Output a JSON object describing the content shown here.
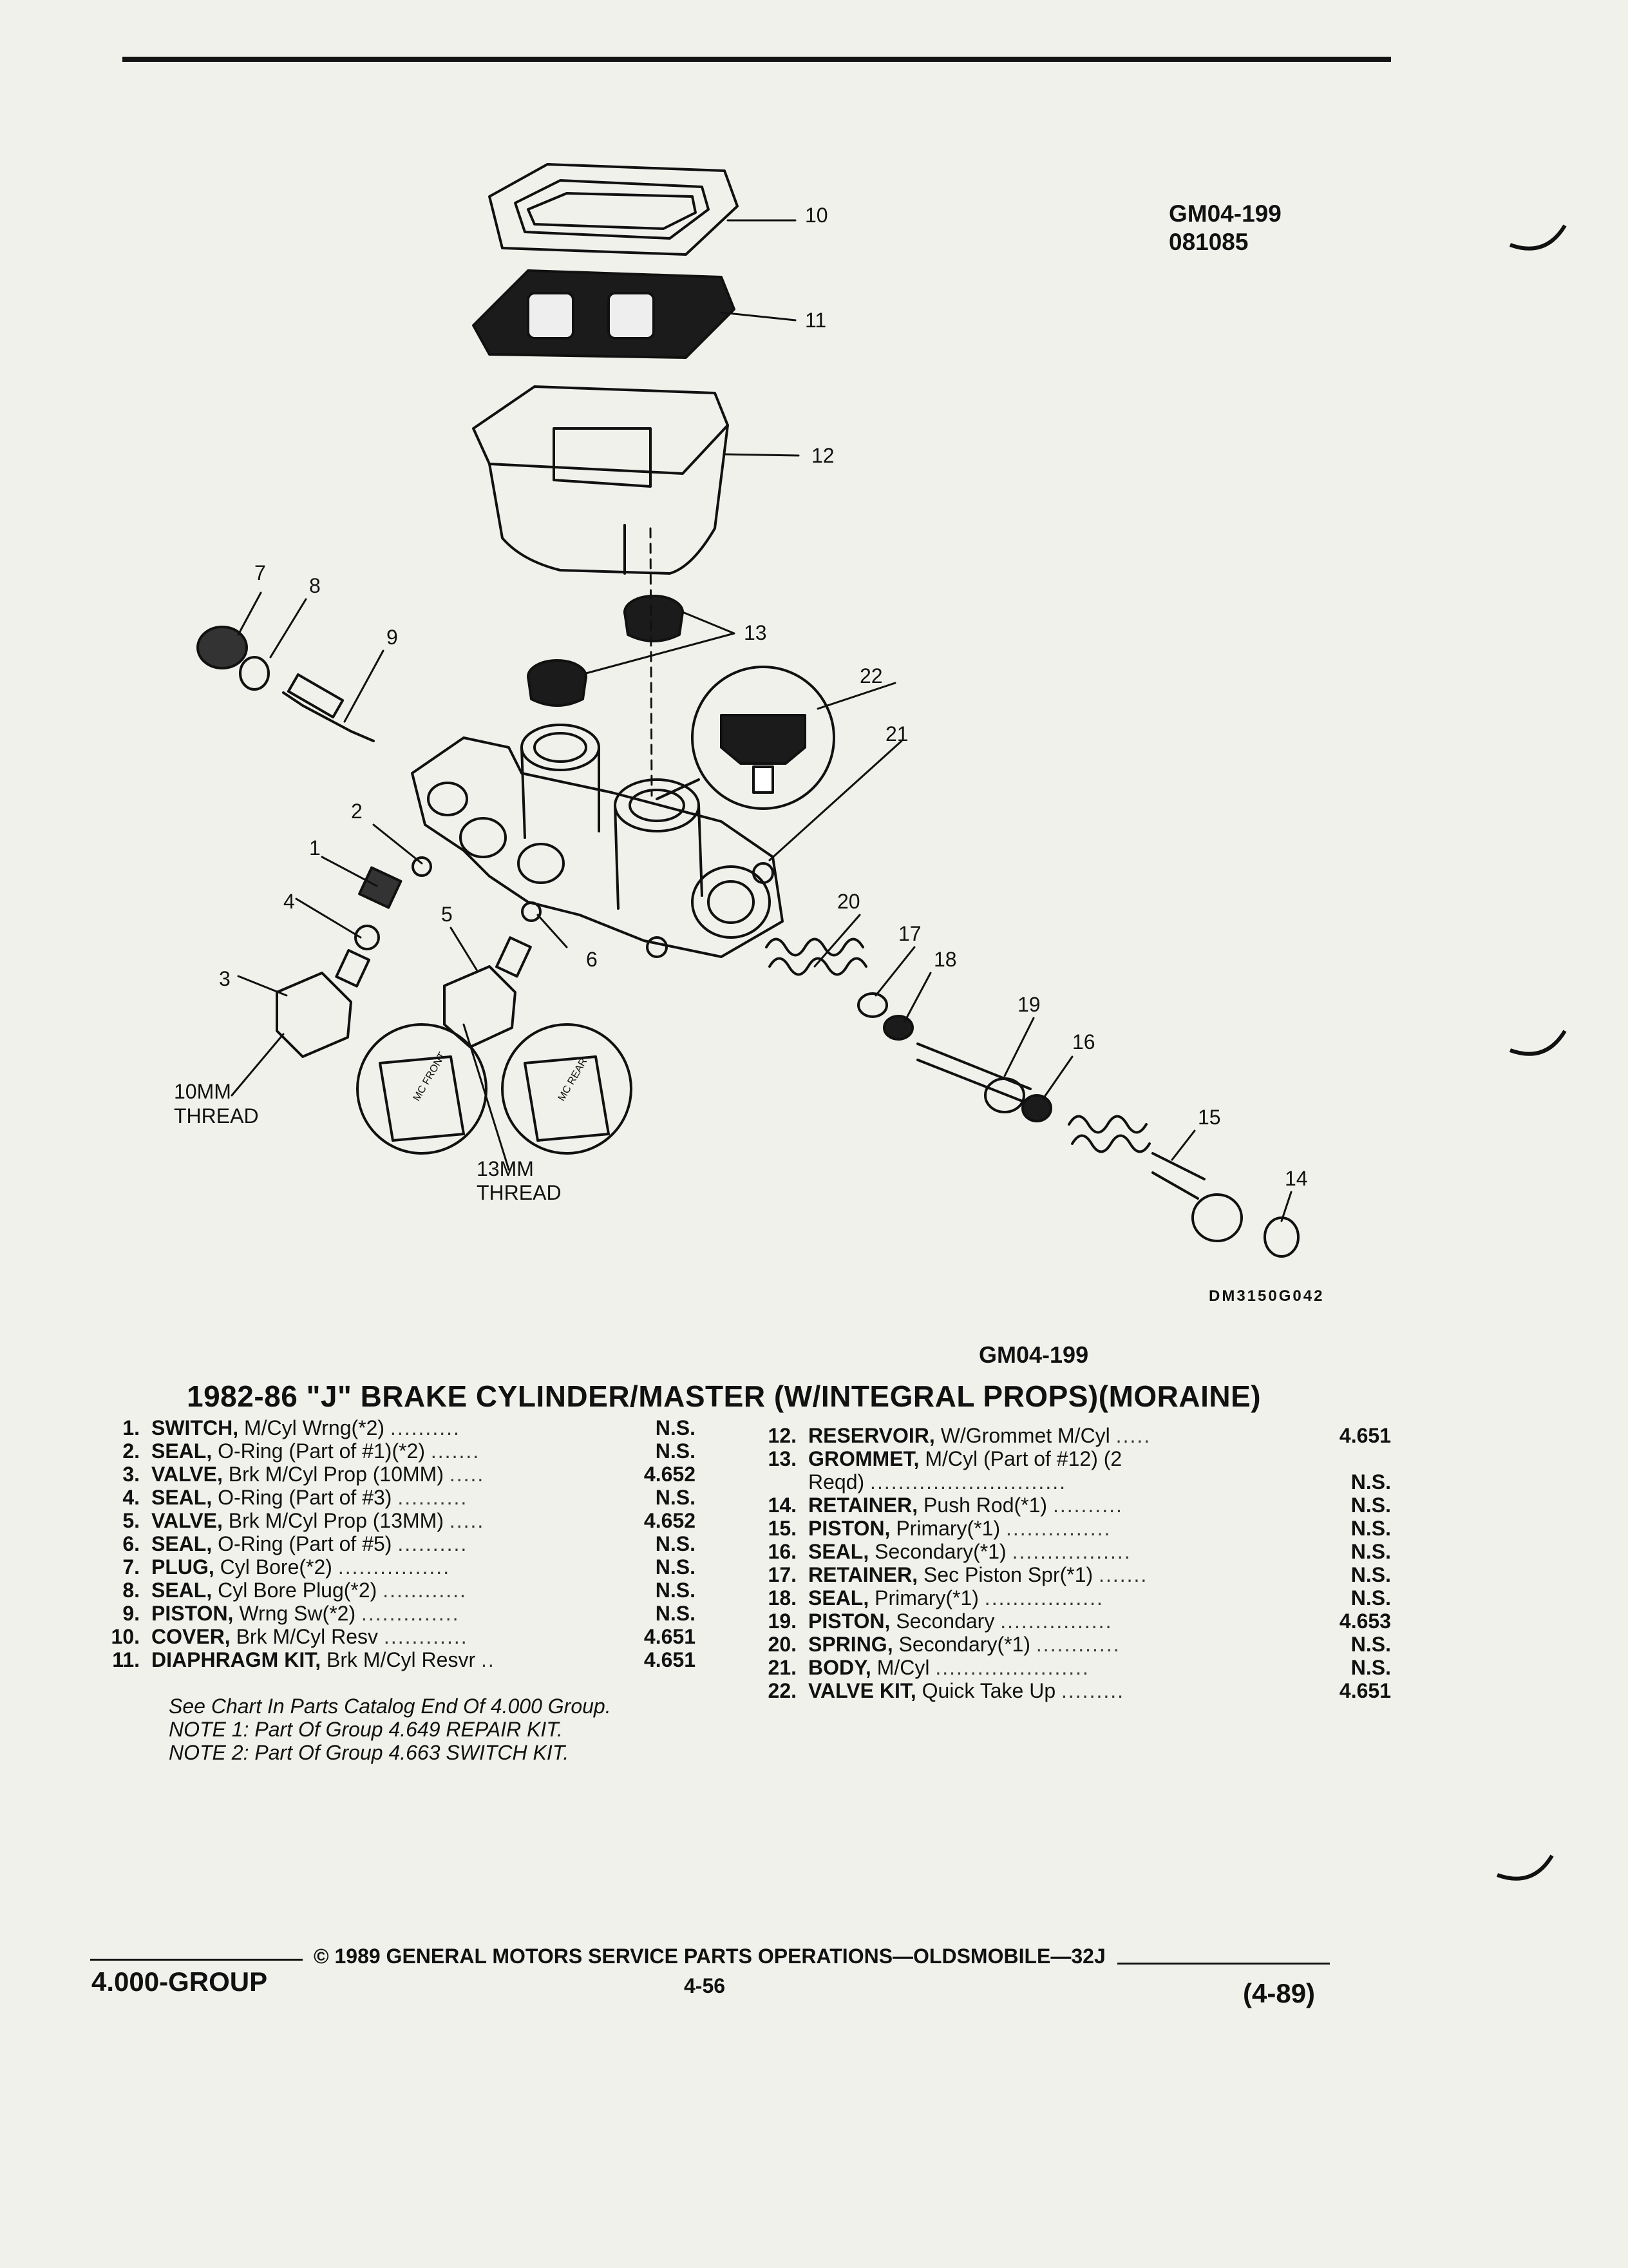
{
  "header": {
    "ref_code": "GM04-199",
    "ref_date": "081085"
  },
  "diagram": {
    "callouts": [
      "1",
      "2",
      "3",
      "4",
      "5",
      "6",
      "7",
      "8",
      "9",
      "10",
      "11",
      "12",
      "13",
      "14",
      "15",
      "16",
      "17",
      "18",
      "19",
      "20",
      "21",
      "22"
    ],
    "thread_10mm": [
      "10MM",
      "THREAD"
    ],
    "thread_13mm": [
      "13MM",
      "THREAD"
    ],
    "label_front": "MC FRONT",
    "label_rear": "MC REAR",
    "illustration_code": "DM3150G042",
    "figure_id": "GM04-199"
  },
  "title": "1982-86 \"J\" BRAKE CYLINDER/MASTER (W/INTEGRAL PROPS)(MORAINE)",
  "parts_left": [
    {
      "num": "1.",
      "name": "SWITCH,",
      "desc": "M/Cyl Wrng(*2)",
      "dots": "..........",
      "group": "N.S."
    },
    {
      "num": "2.",
      "name": "SEAL,",
      "desc": "O-Ring (Part of #1)(*2)",
      "dots": ".......",
      "group": "N.S."
    },
    {
      "num": "3.",
      "name": "VALVE,",
      "desc": "Brk M/Cyl Prop (10MM)",
      "dots": ".....",
      "group": "4.652"
    },
    {
      "num": "4.",
      "name": "SEAL,",
      "desc": "O-Ring (Part of #3)",
      "dots": "..........",
      "group": "N.S."
    },
    {
      "num": "5.",
      "name": "VALVE,",
      "desc": "Brk M/Cyl Prop (13MM)",
      "dots": ".....",
      "group": "4.652"
    },
    {
      "num": "6.",
      "name": "SEAL,",
      "desc": "O-Ring (Part of #5)",
      "dots": "..........",
      "group": "N.S."
    },
    {
      "num": "7.",
      "name": "PLUG,",
      "desc": "Cyl Bore(*2)",
      "dots": "................",
      "group": "N.S."
    },
    {
      "num": "8.",
      "name": "SEAL,",
      "desc": "Cyl Bore Plug(*2)",
      "dots": "............",
      "group": "N.S."
    },
    {
      "num": "9.",
      "name": "PISTON,",
      "desc": "Wrng Sw(*2)",
      "dots": "..............",
      "group": "N.S."
    },
    {
      "num": "10.",
      "name": "COVER,",
      "desc": "Brk M/Cyl Resv",
      "dots": "............",
      "group": "4.651"
    },
    {
      "num": "11.",
      "name": "DIAPHRAGM KIT,",
      "desc": "Brk M/Cyl Resvr",
      "dots": "..",
      "group": "4.651"
    }
  ],
  "parts_right": [
    {
      "num": "12.",
      "name": "RESERVOIR,",
      "desc": "W/Grommet M/Cyl",
      "dots": ".....",
      "group": "4.651"
    },
    {
      "num": "13.",
      "name": "GROMMET,",
      "desc": "M/Cyl (Part of #12) (2",
      "dots": "",
      "group": ""
    },
    {
      "num": "",
      "name": "",
      "desc": "Reqd)",
      "dots": "............................",
      "group": "N.S."
    },
    {
      "num": "14.",
      "name": "RETAINER,",
      "desc": "Push Rod(*1)",
      "dots": "..........",
      "group": "N.S."
    },
    {
      "num": "15.",
      "name": "PISTON,",
      "desc": "Primary(*1)",
      "dots": "...............",
      "group": "N.S."
    },
    {
      "num": "16.",
      "name": "SEAL,",
      "desc": "Secondary(*1)",
      "dots": ".................",
      "group": "N.S."
    },
    {
      "num": "17.",
      "name": "RETAINER,",
      "desc": "Sec Piston Spr(*1)",
      "dots": ".......",
      "group": "N.S."
    },
    {
      "num": "18.",
      "name": "SEAL,",
      "desc": "Primary(*1)",
      "dots": ".................",
      "group": "N.S."
    },
    {
      "num": "19.",
      "name": "PISTON,",
      "desc": "Secondary",
      "dots": "................",
      "group": "4.653"
    },
    {
      "num": "20.",
      "name": "SPRING,",
      "desc": "Secondary(*1)",
      "dots": "............",
      "group": "N.S."
    },
    {
      "num": "21.",
      "name": "BODY,",
      "desc": "M/Cyl",
      "dots": "......................",
      "group": "N.S."
    },
    {
      "num": "22.",
      "name": "VALVE KIT,",
      "desc": "Quick Take Up",
      "dots": ".........",
      "group": "4.651"
    }
  ],
  "notes": [
    "See Chart In Parts Catalog End Of 4.000 Group.",
    "NOTE 1: Part Of Group 4.649 REPAIR KIT.",
    "NOTE 2: Part Of Group 4.663 SWITCH KIT."
  ],
  "footer": {
    "group": "4.000-GROUP",
    "copyright": "© 1989 GENERAL MOTORS SERVICE PARTS OPERATIONS—OLDSMOBILE—32J",
    "page": "4-56",
    "date": "(4-89)"
  }
}
